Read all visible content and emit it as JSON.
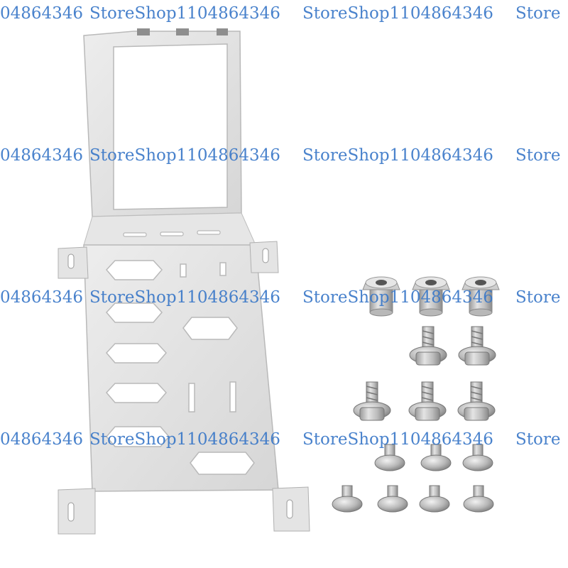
{
  "watermark": {
    "text": "StoreShop1104864346",
    "color": "#3a78c8",
    "rows": [
      [
        "04864346",
        "StoreShop1104864346",
        "StoreShop1104864346",
        "Store"
      ],
      [
        "04864346",
        "StoreShop1104864346",
        "StoreShop1104864346",
        "Store"
      ],
      [
        "04864346",
        "StoreShop1104864346",
        "StoreShop1104864346",
        "Store"
      ],
      [
        "04864346",
        "StoreShop1104864346",
        "StoreShop1104864346",
        "Store"
      ]
    ]
  },
  "product": {
    "bracket": {
      "name": "mounting-bracket",
      "color": "#dcdcdc"
    },
    "hardware": [
      {
        "name": "threaded-standoff",
        "count": 3
      },
      {
        "name": "flange-screw-long",
        "count": 5
      },
      {
        "name": "flat-head-screw-short",
        "count": 7
      }
    ]
  }
}
